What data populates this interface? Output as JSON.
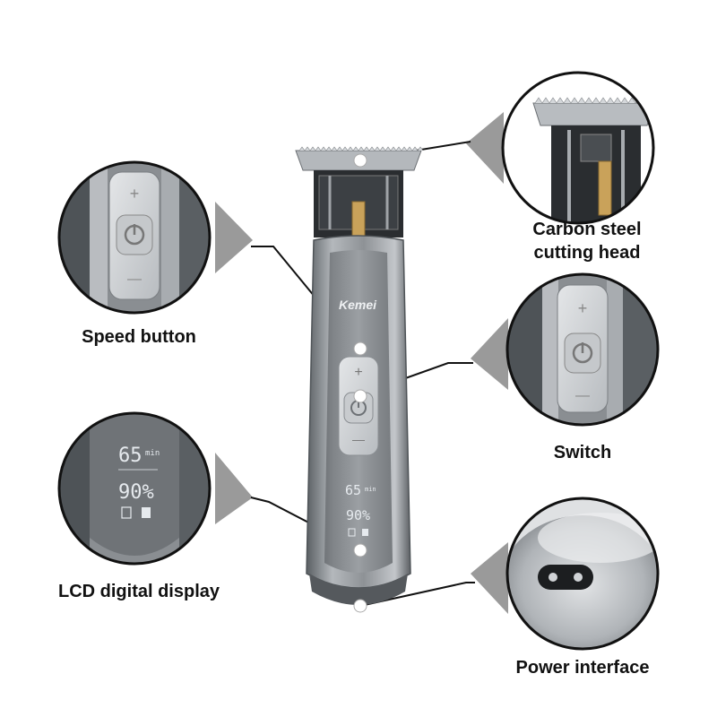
{
  "labels": {
    "speed_button": "Speed button",
    "carbon_line1": "Carbon steel",
    "carbon_line2": "cutting head",
    "switch": "Switch",
    "lcd": "LCD digital display",
    "power": "Power interface"
  },
  "device": {
    "brand": "Kemei",
    "lcd_top": "65",
    "lcd_unit": "min",
    "lcd_mid": "90%",
    "plus": "+",
    "minus": "—"
  },
  "colors": {
    "body": "#8e9296",
    "body_dark": "#4e5357",
    "body_light": "#c9ccd0",
    "triangle": "#9a9a9a",
    "gold": "#c9a25a",
    "lcd_digit": "#d8dde3"
  }
}
